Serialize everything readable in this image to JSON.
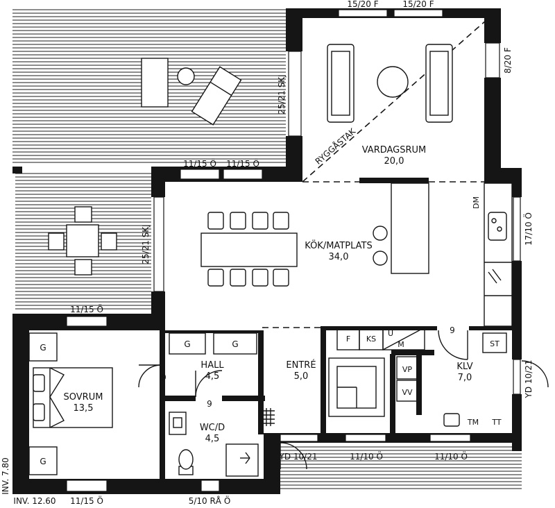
{
  "rooms": {
    "vardagsrum": {
      "name": "VARDAGSRUM",
      "area": "20,0"
    },
    "kok": {
      "name": "KÖK/MATPLATS",
      "area": "34,0"
    },
    "sovrum": {
      "name": "SOVRUM",
      "area": "13,5"
    },
    "hall": {
      "name": "HALL",
      "area": "4,5"
    },
    "entre": {
      "name": "ENTRÉ",
      "area": "5,0"
    },
    "wcd": {
      "name": "WC/D",
      "area": "4,5"
    },
    "klv": {
      "name": "KLV",
      "area": "7,0"
    }
  },
  "windows": {
    "top_left": "15/20 F",
    "top_right": "15/20 F",
    "right_top": "8/20 F",
    "terrace_upper": "25/21 SKJ",
    "terrace_mid_left": "11/15 Ö",
    "terrace_mid_right": "11/15 Ö",
    "terrace_lower": "25/21 SKJ",
    "sovrum_top": "11/15 Ö",
    "kok_right": "17/10 Ö",
    "klv_right": "YD 10/21",
    "bottom_entre": "YD 10/21",
    "bottom_mid": "11/10 Ö",
    "bottom_right": "11/10 Ö",
    "sovrum_bottom": "11/15 Ö",
    "wc_bottom": "5/10 RÅ Ö"
  },
  "labels": {
    "ryggastak": "RYGGÅSTAK",
    "dm": "DM",
    "wardrobe": "G",
    "door_width": "9",
    "f": "F",
    "ks": "KS",
    "u": "U",
    "m": "M",
    "st": "ST",
    "vp": "VP",
    "vv": "VV",
    "tm": "TM",
    "tt": "TT"
  },
  "dimensions": {
    "height": "INV. 7.80",
    "width": "INV. 12.60"
  }
}
